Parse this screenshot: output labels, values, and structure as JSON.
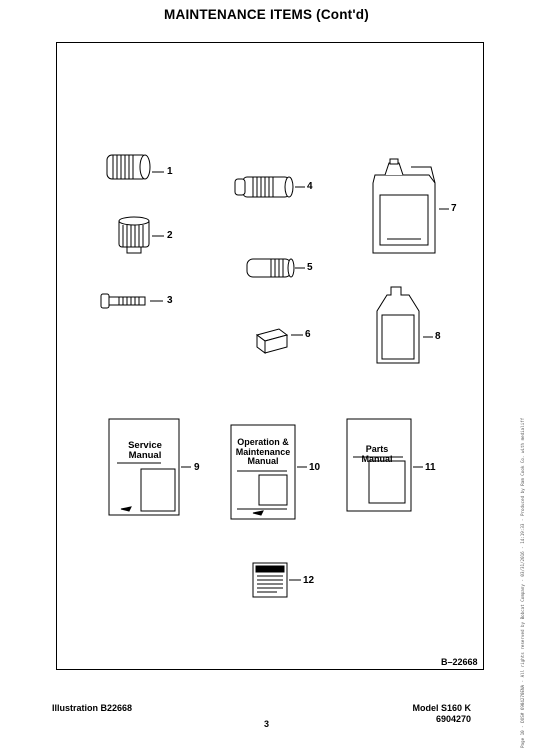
{
  "header": {
    "title": "MAINTENANCE ITEMS (Cont'd)"
  },
  "illustration": {
    "reference_code": "B–22668",
    "items": [
      {
        "number": "1"
      },
      {
        "number": "2"
      },
      {
        "number": "3"
      },
      {
        "number": "4"
      },
      {
        "number": "5"
      },
      {
        "number": "6"
      },
      {
        "number": "7"
      },
      {
        "number": "8"
      },
      {
        "number": "9",
        "cover_line1": "Service",
        "cover_line2": "Manual"
      },
      {
        "number": "10",
        "cover_line1": "Operation &",
        "cover_line2": "Maintenance",
        "cover_line3": "Manual"
      },
      {
        "number": "11",
        "cover_line1": "Parts",
        "cover_line2": "Manual"
      },
      {
        "number": "12"
      }
    ]
  },
  "footer": {
    "illustration_label": "Illustration B22668",
    "model": "Model S160 K",
    "part_number": "6904270",
    "page_number": "3"
  },
  "side_note": "Page 10 - DOS# 6904270ENA - All rights reserved by Bobcat Company - 03/31/2016 - 14:19:33 - Produced by Ram Cook Co. with medialiff"
}
